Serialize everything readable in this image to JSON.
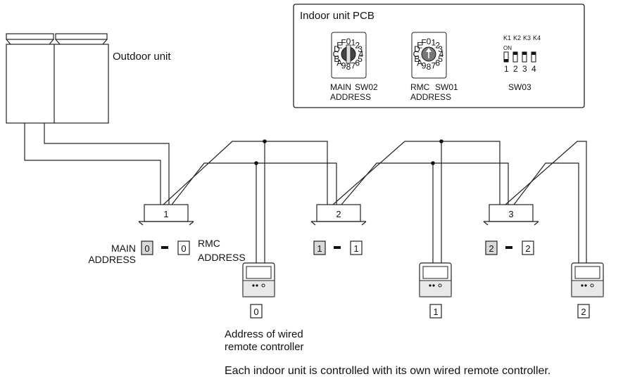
{
  "outdoor_unit": {
    "label": "Outdoor unit"
  },
  "pcb": {
    "title": "Indoor unit PCB",
    "main_switch": {
      "line1": "MAIN",
      "line2": "ADDRESS",
      "code": "SW02"
    },
    "rmc_switch": {
      "line1": "RMC",
      "line2": "ADDRESS",
      "code": "SW01"
    },
    "dip_switch": {
      "code": "SW03",
      "on_label": "ON",
      "keys": [
        "K1",
        "K2",
        "K3",
        "K4"
      ],
      "nums": [
        "1",
        "2",
        "3",
        "4"
      ]
    },
    "dial_chars": [
      "0",
      "1",
      "2",
      "3",
      "4",
      "5",
      "6",
      "7",
      "8",
      "9",
      "A",
      "B",
      "C",
      "D",
      "E",
      "F"
    ]
  },
  "indoor_units": [
    {
      "number": "1",
      "main": "0",
      "rmc": "0",
      "controller": "0"
    },
    {
      "number": "2",
      "main": "1",
      "rmc": "1",
      "controller": "1"
    },
    {
      "number": "3",
      "main": "2",
      "rmc": "2",
      "controller": "2"
    }
  ],
  "labels": {
    "main_line1": "MAIN",
    "main_line2": "ADDRESS",
    "rmc_line1": "RMC",
    "rmc_line2": "ADDRESS",
    "wired_line1": "Address of wired",
    "wired_line2": "remote controller",
    "caption": "Each indoor unit is controlled with its own wired remote controller."
  }
}
